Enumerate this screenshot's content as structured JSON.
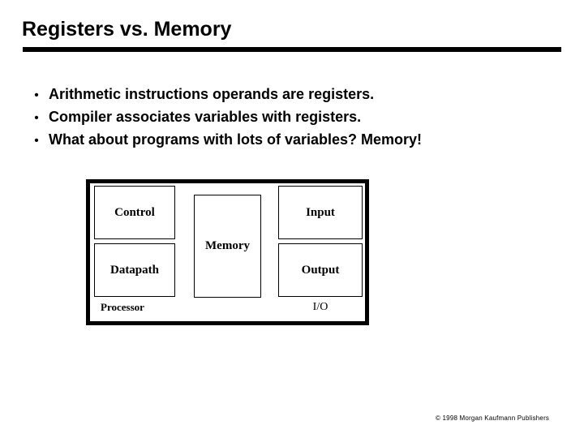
{
  "slide": {
    "title": "Registers vs. Memory",
    "bullet_marker": "•",
    "bullets": [
      "Arithmetic instructions operands are registers.",
      "Compiler associates variables with registers.",
      "What about programs with lots of variables?  Memory!"
    ]
  },
  "diagram": {
    "name": "computer-organization-diagram",
    "boxes": {
      "control": "Control",
      "datapath": "Datapath",
      "memory": "Memory",
      "input": "Input",
      "output": "Output"
    },
    "labels": {
      "processor": "Processor",
      "io": "I/O"
    }
  },
  "footer": {
    "copyright": "© 1998 Morgan Kaufmann Publishers"
  },
  "colors": {
    "text": "#000000",
    "background": "#ffffff",
    "rule": "#000000",
    "diagram_border": "#000000"
  }
}
